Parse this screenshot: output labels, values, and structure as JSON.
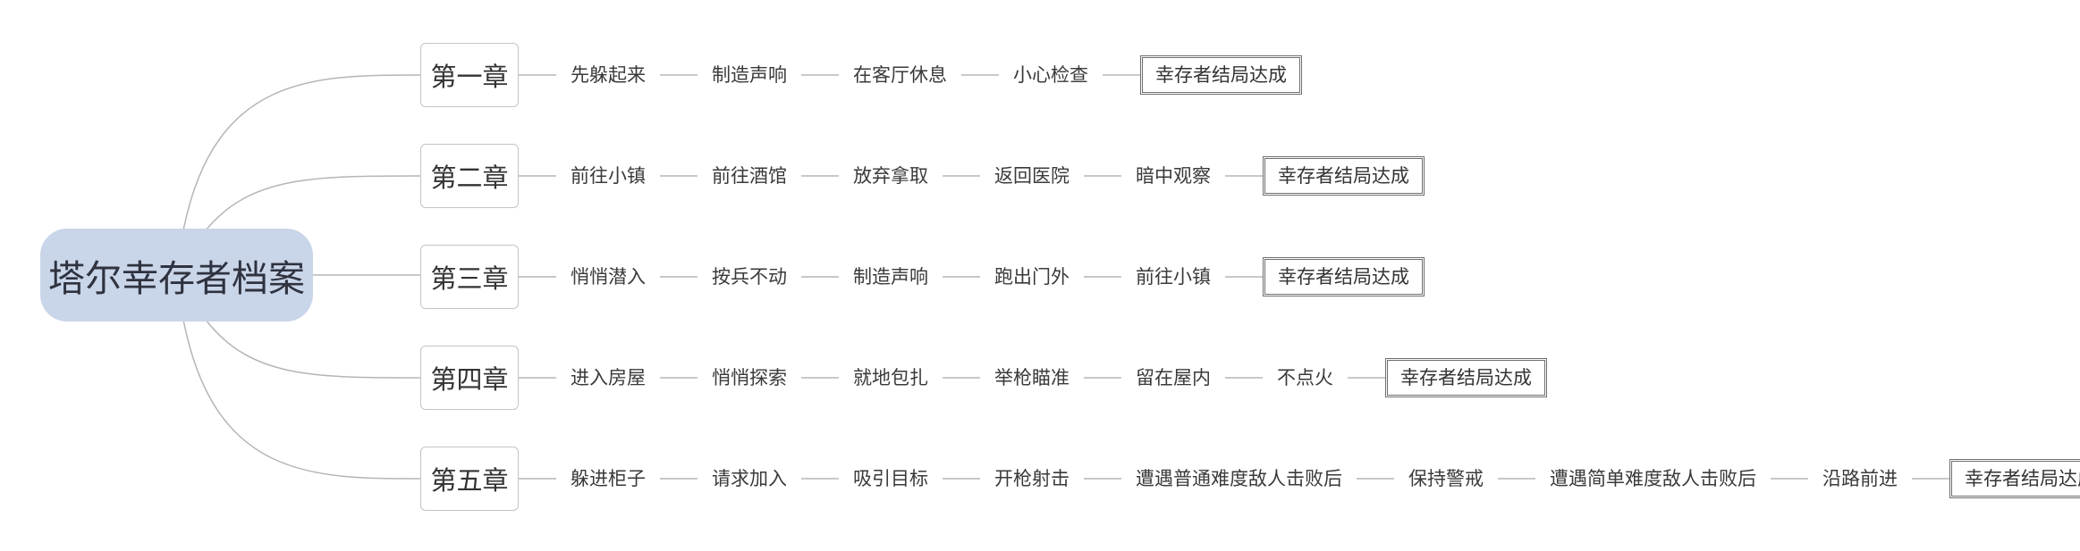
{
  "root": {
    "label": "塔尔幸存者档案"
  },
  "chapters": [
    {
      "label": "第一章",
      "steps": [
        "先躲起来",
        "制造声响",
        "在客厅休息",
        "小心检查"
      ],
      "ending": "幸存者结局达成"
    },
    {
      "label": "第二章",
      "steps": [
        "前往小镇",
        "前往酒馆",
        "放弃拿取",
        "返回医院",
        "暗中观察"
      ],
      "ending": "幸存者结局达成"
    },
    {
      "label": "第三章",
      "steps": [
        "悄悄潜入",
        "按兵不动",
        "制造声响",
        "跑出门外",
        "前往小镇"
      ],
      "ending": "幸存者结局达成"
    },
    {
      "label": "第四章",
      "steps": [
        "进入房屋",
        "悄悄探索",
        "就地包扎",
        "举枪瞄准",
        "留在屋内",
        "不点火"
      ],
      "ending": "幸存者结局达成"
    },
    {
      "label": "第五章",
      "steps": [
        "躲进柜子",
        "请求加入",
        "吸引目标",
        "开枪射击",
        "遭遇普通难度敌人击败后",
        "保持警戒",
        "遭遇简单难度敌人击败后",
        "沿路前进"
      ],
      "ending": "幸存者结局达成"
    }
  ],
  "colors": {
    "root_fill": "#c9d5e8",
    "connector": "#b5b5b5",
    "ending_border": "#6e6e6e"
  }
}
